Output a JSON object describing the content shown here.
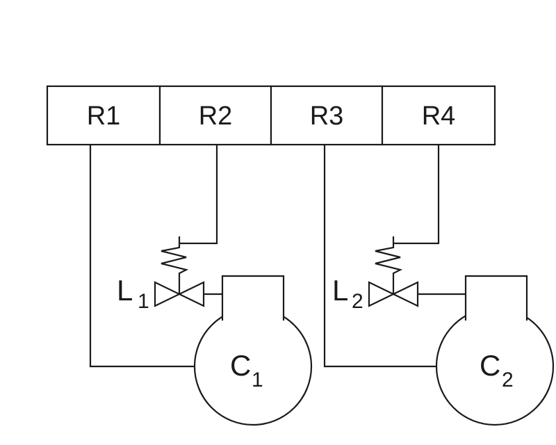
{
  "colors": {
    "stroke": "#1a1a1a",
    "background": "#ffffff"
  },
  "boxes": [
    {
      "label": "R1"
    },
    {
      "label": "R2"
    },
    {
      "label": "R3"
    },
    {
      "label": "R4"
    }
  ],
  "valves": [
    {
      "letter": "L",
      "subscript": "1"
    },
    {
      "letter": "L",
      "subscript": "2"
    }
  ],
  "vessels": [
    {
      "letter": "C",
      "subscript": "1"
    },
    {
      "letter": "C",
      "subscript": "2"
    }
  ]
}
